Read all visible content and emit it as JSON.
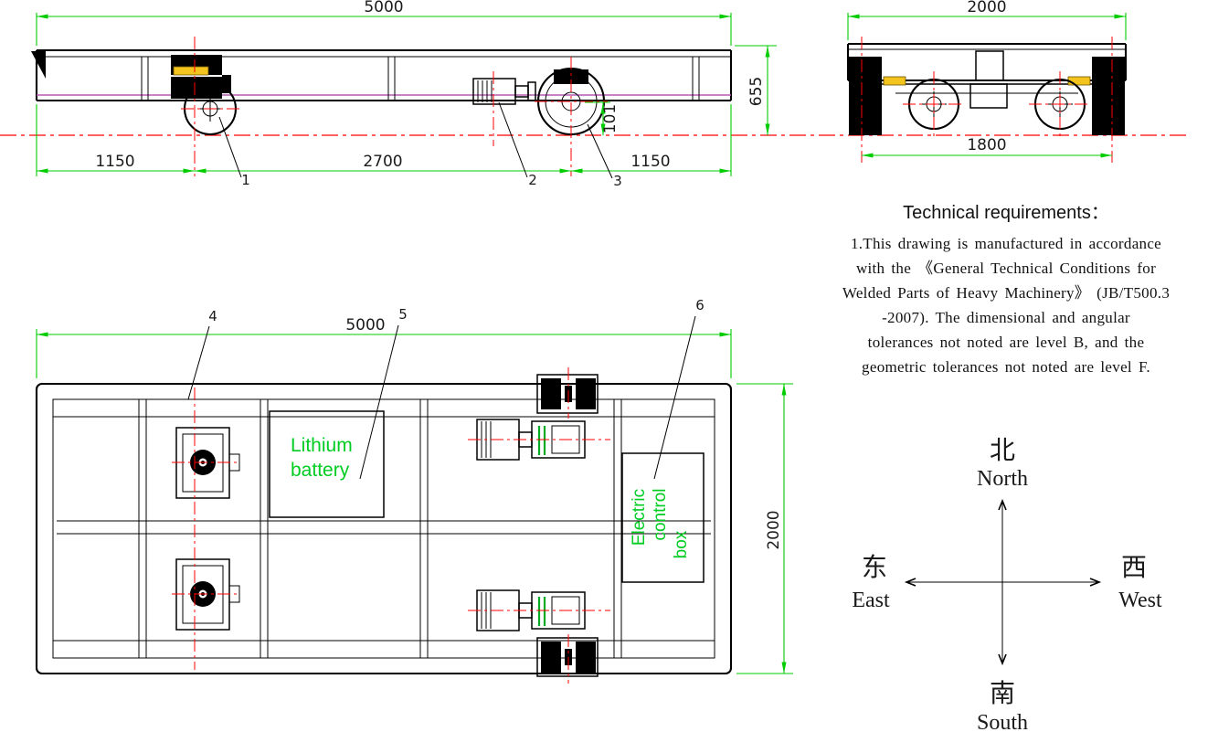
{
  "side_view": {
    "dim_overall_length": "5000",
    "dim_height": "655",
    "dim_wheel_to_rail": "101",
    "dim_left_overhang": "1150",
    "dim_wheelbase": "2700",
    "dim_right_overhang": "1150",
    "callouts": [
      "1",
      "2",
      "3"
    ]
  },
  "end_view": {
    "dim_overall_width": "2000",
    "dim_wheel_gauge": "1800"
  },
  "plan_view": {
    "dim_overall_length": "5000",
    "dim_overall_width": "2000",
    "battery_label_line1": "Lithium",
    "battery_label_line2": "battery",
    "control_box_lines": [
      "Electric",
      "control",
      "box"
    ],
    "callouts": [
      "4",
      "5",
      "6"
    ]
  },
  "technical_requirements": {
    "title": "Technical requirements：",
    "lines": [
      "1.This drawing is manufactured in accordance",
      "with the 《General Technical Conditions for",
      "Welded Parts of Heavy Machinery》 (JB/T500.3",
      "-2007). The dimensional and angular",
      "tolerances not noted are level B, and the",
      "geometric tolerances not noted are level F."
    ]
  },
  "compass": {
    "north_zh": "北",
    "north_en": "North",
    "south_zh": "南",
    "south_en": "South",
    "east_zh": "东",
    "east_en": "East",
    "west_zh": "西",
    "west_en": "West"
  },
  "colors": {
    "dimension_green": "#00cc00",
    "centerline_red": "#ff0000",
    "accent_purple": "#b45cb4",
    "label_green": "#00cc22",
    "motor_tag_yellow": "#f2c41d",
    "line_black": "#000000"
  }
}
